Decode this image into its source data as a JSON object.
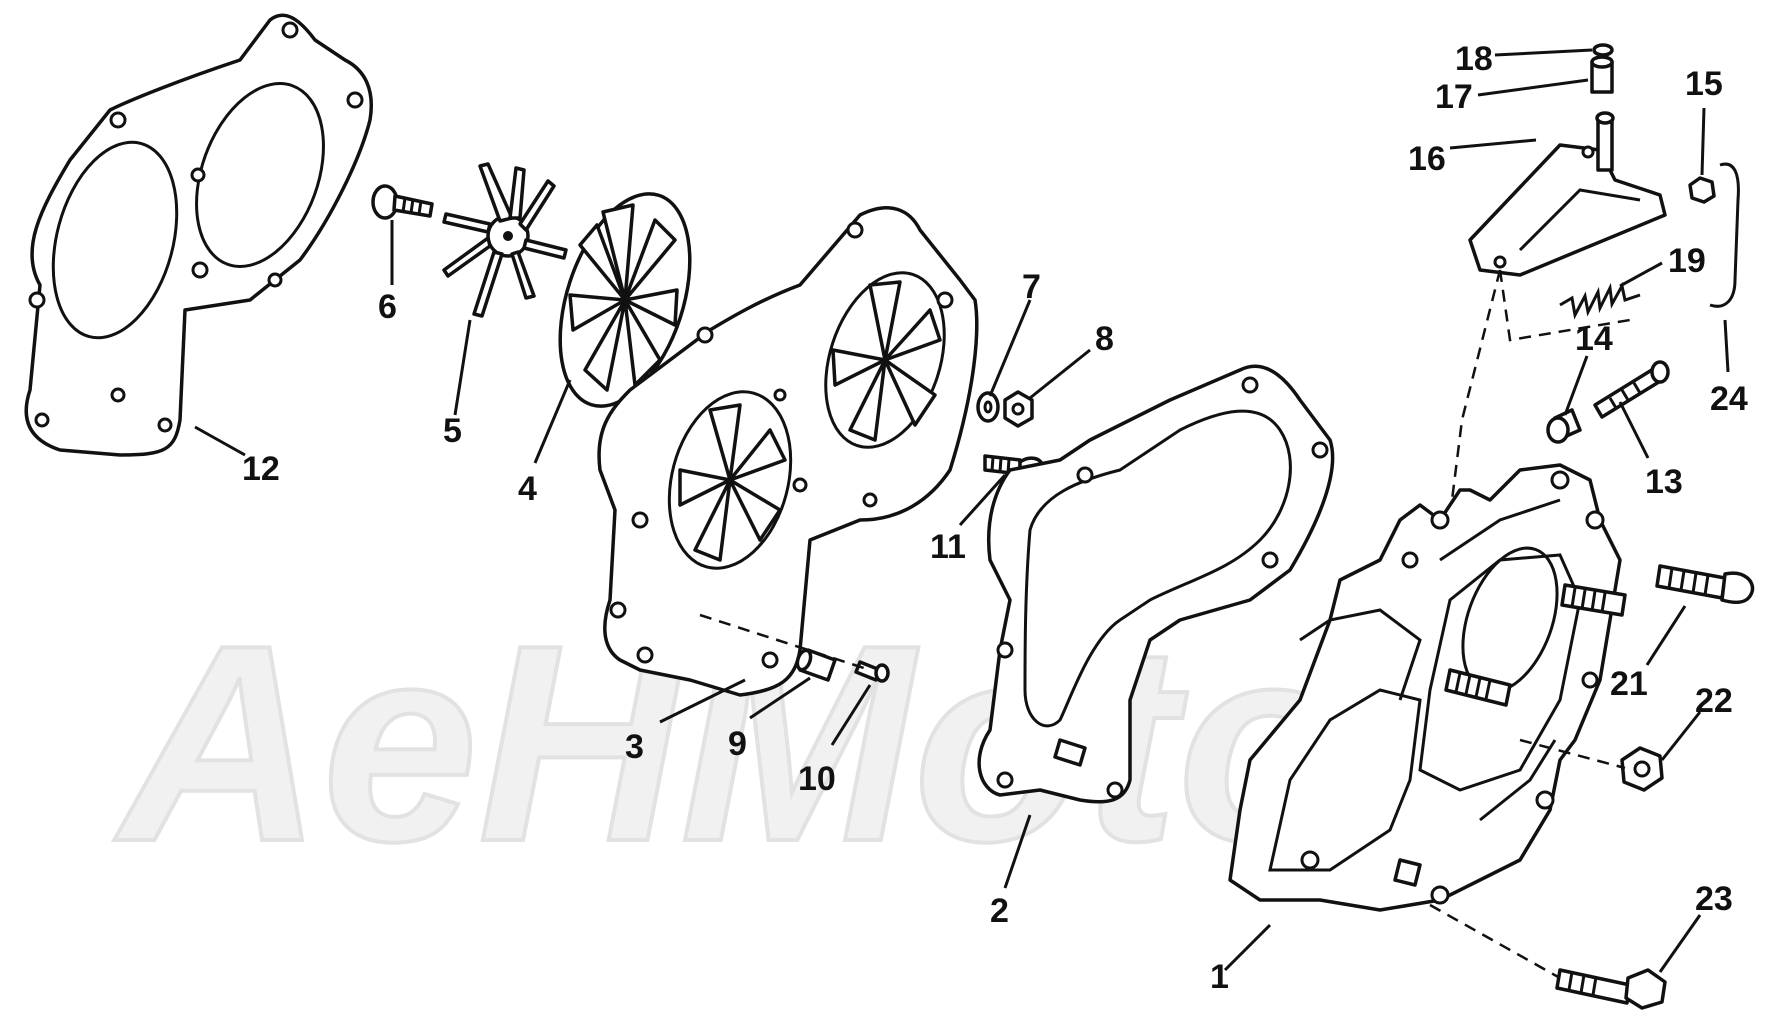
{
  "watermark": "AeHMoto",
  "callouts": {
    "c1": "1",
    "c2": "2",
    "c3": "3",
    "c4": "4",
    "c5": "5",
    "c6": "6",
    "c7": "7",
    "c8": "8",
    "c9": "9",
    "c10": "10",
    "c11": "11",
    "c12": "12",
    "c13": "13",
    "c14": "14",
    "c15": "15",
    "c16": "16",
    "c17": "17",
    "c18": "18",
    "c19": "19",
    "c21": "21",
    "c22": "22",
    "c23": "23",
    "c24": "24"
  }
}
